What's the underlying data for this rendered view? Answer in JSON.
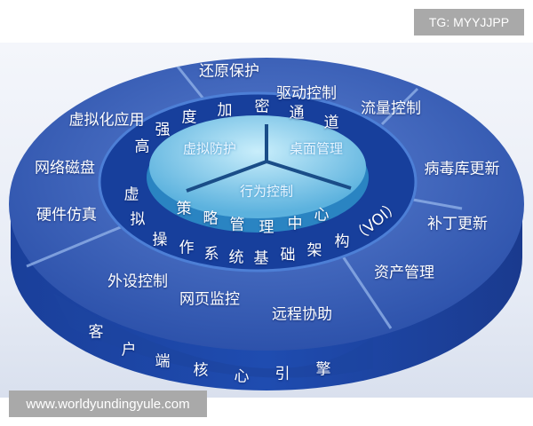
{
  "watermark_top": "TG: MYYJJPP",
  "watermark_bottom": "www.worldyundingyule.com",
  "outer_segments": [
    "还原保护",
    "驱动控制",
    "流量控制",
    "虚拟化应用",
    "网络磁盘",
    "硬件仿真",
    "病毒库更新",
    "补丁更新",
    "资产管理",
    "外设控制",
    "网页监控",
    "远程协助"
  ],
  "outer_rim_label": [
    "客",
    "户",
    "端",
    "核",
    "心",
    "引",
    "擎"
  ],
  "middle_ring_top": [
    "高",
    "强",
    "度",
    "加",
    "密",
    "通",
    "道"
  ],
  "middle_ring_bottom": [
    "虚",
    "拟",
    "操",
    "作",
    "系",
    "统",
    "基",
    "础",
    "架",
    "构",
    "（VOI）"
  ],
  "inner_sections": [
    "虚拟防护",
    "桌面管理",
    "行为控制"
  ],
  "inner_rim_label": [
    "策",
    "略",
    "管",
    "理",
    "中",
    "心"
  ],
  "colors": {
    "outer": "#2d55b0",
    "rim": "#1d3f98",
    "ring": "#163e9a",
    "inner": "#6cc0e6"
  }
}
